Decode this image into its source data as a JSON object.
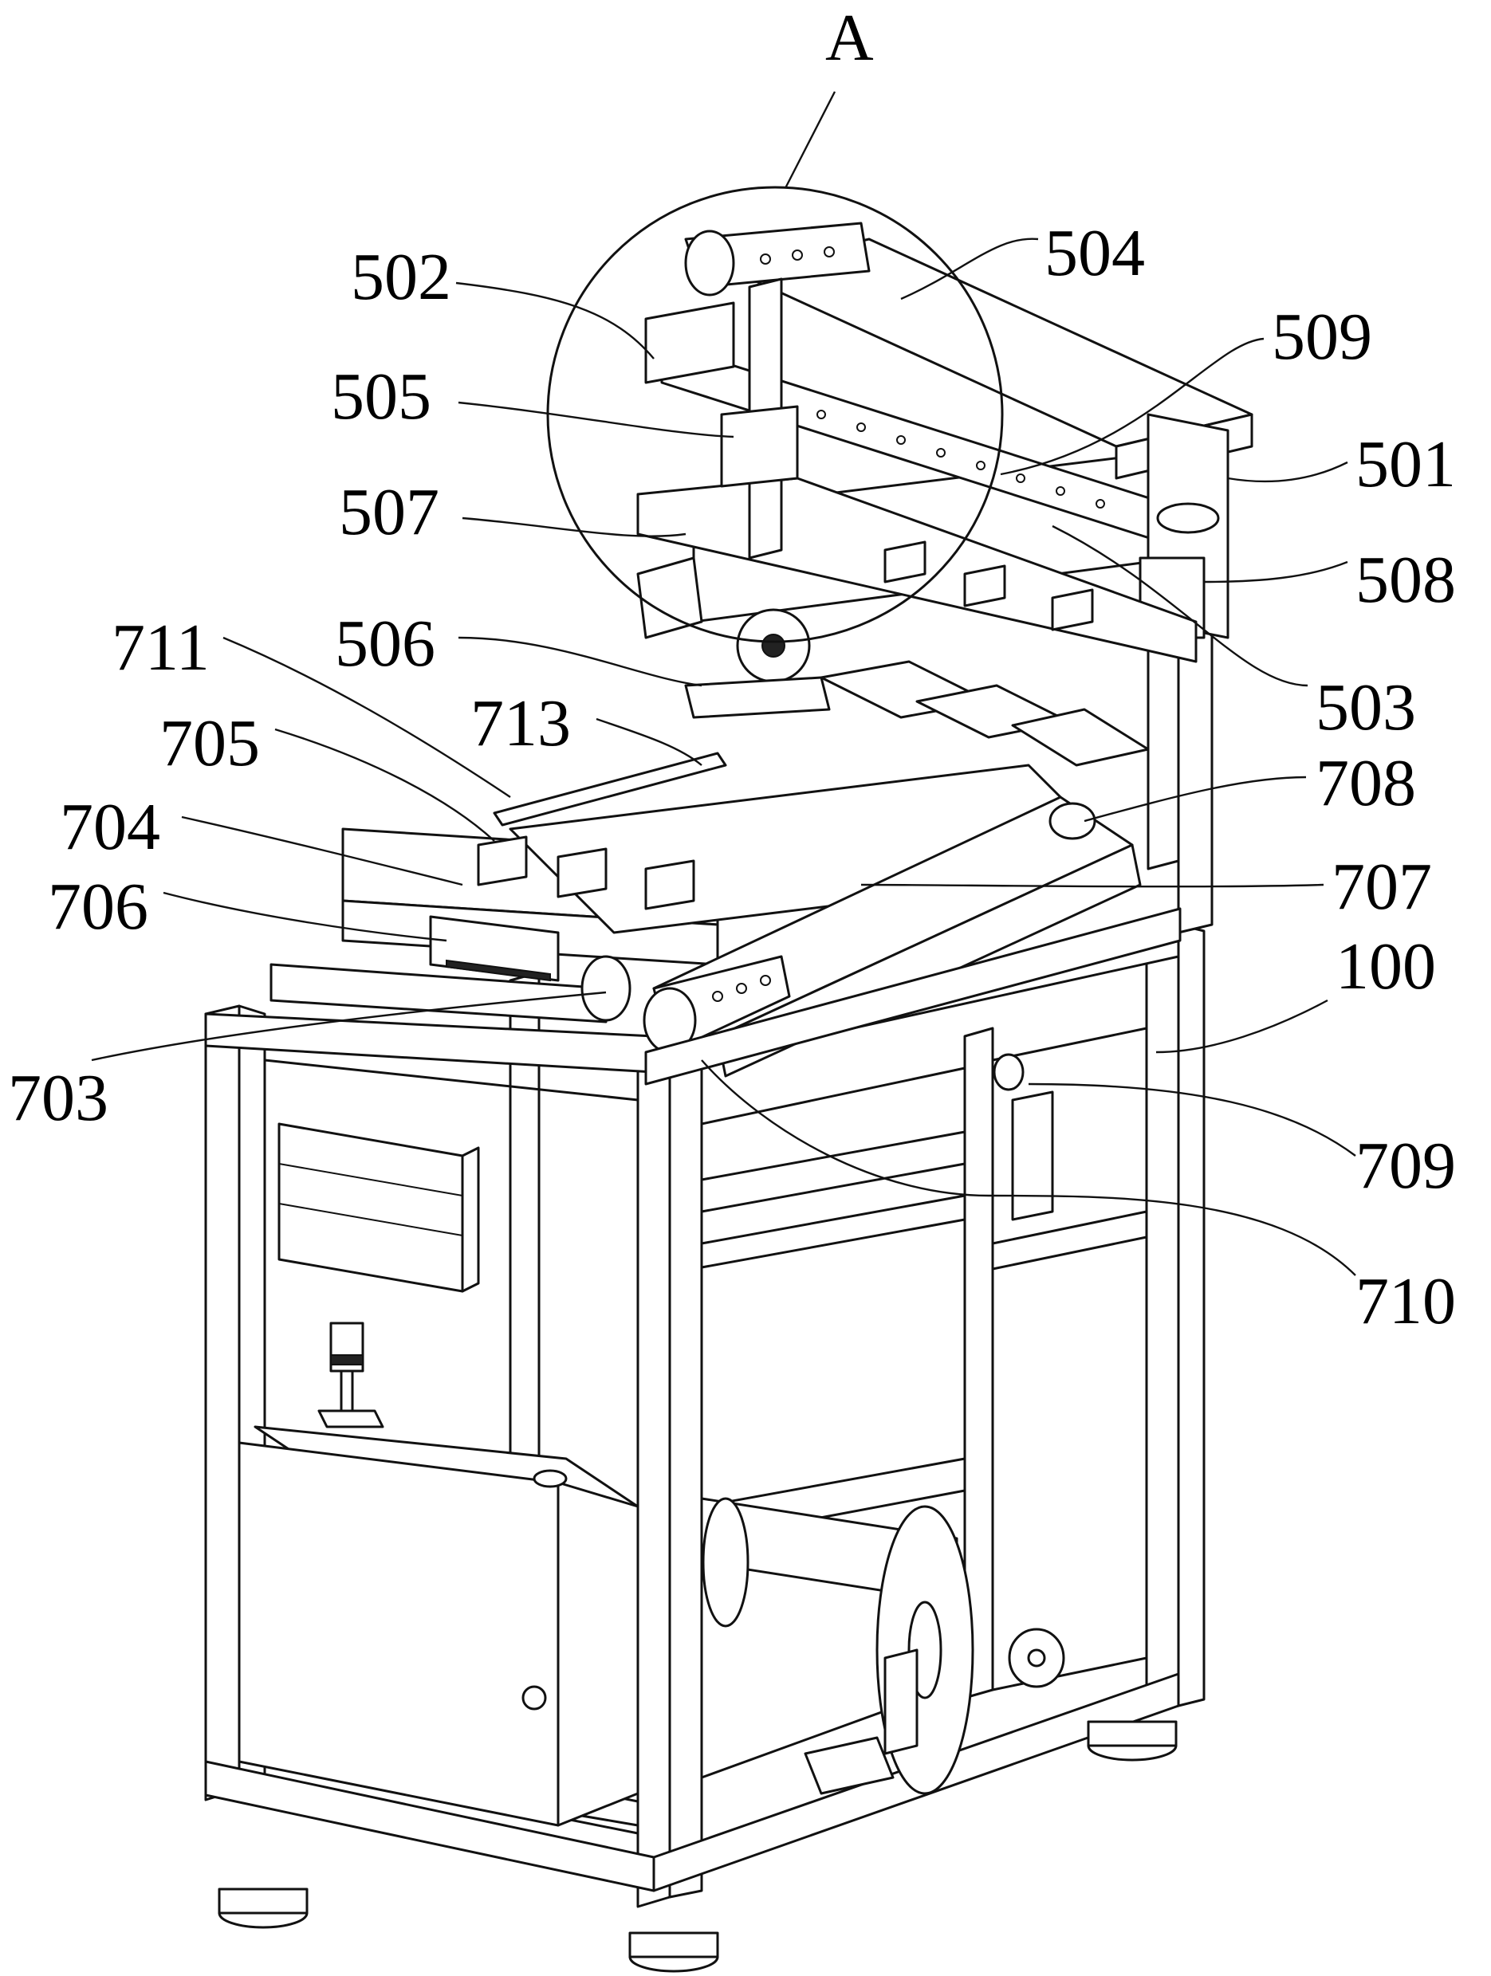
{
  "detail_callout": "A",
  "labels": [
    {
      "id": "504",
      "text": "504"
    },
    {
      "id": "502",
      "text": "502"
    },
    {
      "id": "509",
      "text": "509"
    },
    {
      "id": "505",
      "text": "505"
    },
    {
      "id": "501",
      "text": "501"
    },
    {
      "id": "507",
      "text": "507"
    },
    {
      "id": "508",
      "text": "508"
    },
    {
      "id": "711",
      "text": "711"
    },
    {
      "id": "506",
      "text": "506"
    },
    {
      "id": "503",
      "text": "503"
    },
    {
      "id": "705",
      "text": "705"
    },
    {
      "id": "713",
      "text": "713"
    },
    {
      "id": "708",
      "text": "708"
    },
    {
      "id": "704",
      "text": "704"
    },
    {
      "id": "707",
      "text": "707"
    },
    {
      "id": "706",
      "text": "706"
    },
    {
      "id": "100",
      "text": "100"
    },
    {
      "id": "703",
      "text": "703"
    },
    {
      "id": "709",
      "text": "709"
    },
    {
      "id": "710",
      "text": "710"
    }
  ]
}
